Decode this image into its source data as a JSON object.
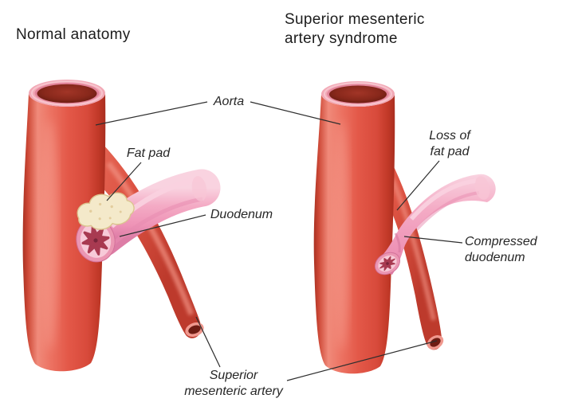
{
  "titles": {
    "left": "Normal anatomy",
    "right_line1": "Superior mesenteric",
    "right_line2": "artery syndrome"
  },
  "labels": {
    "aorta": "Aorta",
    "fat_pad": "Fat pad",
    "duodenum": "Duodenum",
    "loss_of_fat_pad_line1": "Loss of",
    "loss_of_fat_pad_line2": "fat pad",
    "compressed_duodenum_line1": "Compressed",
    "compressed_duodenum_line2": "duodenum",
    "sma_line1": "Superior",
    "sma_line2": "mesenteric artery"
  },
  "colors": {
    "background": "#ffffff",
    "aorta_red": "#e35848",
    "aorta_dark": "#a93122",
    "aorta_highlight": "#f08a7a",
    "vessel_rim_pink": "#f2a9b6",
    "lumen_dark": "#6e1c13",
    "duodenum_pink": "#f4abc5",
    "duodenum_light": "#f9d3e0",
    "duodenum_shadow": "#dd7da6",
    "mucosa_star": "#a83a51",
    "fat_pad_cream": "#f4e9ca",
    "fat_pad_edge": "#dbc48f",
    "leader_line": "#2e2e2e",
    "text": "#1c1c1c"
  }
}
